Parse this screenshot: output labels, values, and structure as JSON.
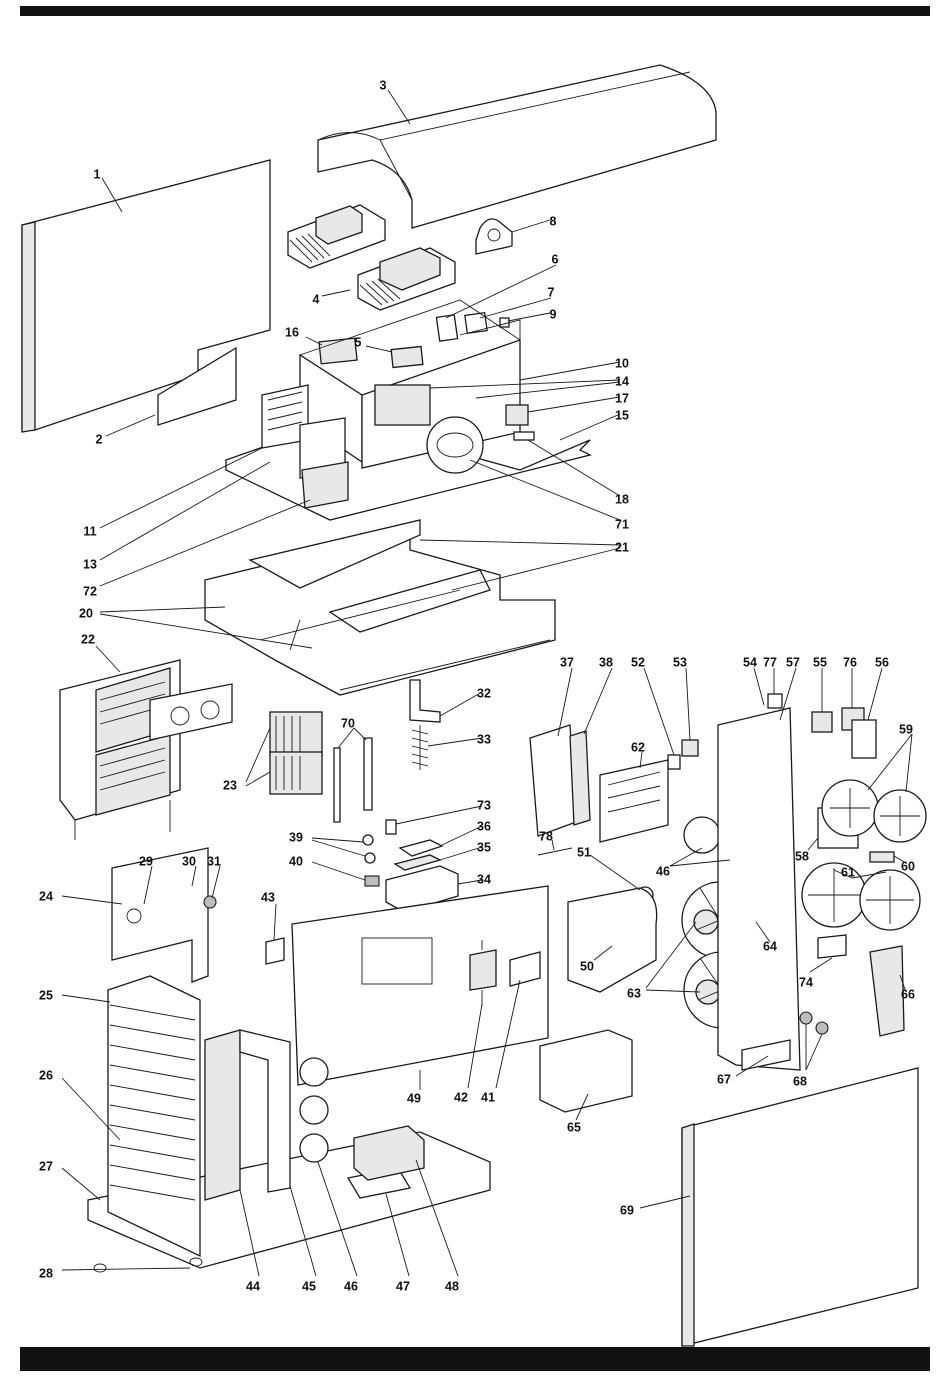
{
  "callouts": [
    {
      "id": "c1",
      "label": "1"
    },
    {
      "id": "c2",
      "label": "2"
    },
    {
      "id": "c3",
      "label": "3"
    },
    {
      "id": "c4",
      "label": "4"
    },
    {
      "id": "c5",
      "label": "5"
    },
    {
      "id": "c6",
      "label": "6"
    },
    {
      "id": "c7",
      "label": "7"
    },
    {
      "id": "c8",
      "label": "8"
    },
    {
      "id": "c9",
      "label": "9"
    },
    {
      "id": "c10",
      "label": "10"
    },
    {
      "id": "c11",
      "label": "11"
    },
    {
      "id": "c13",
      "label": "13"
    },
    {
      "id": "c14",
      "label": "14"
    },
    {
      "id": "c15",
      "label": "15"
    },
    {
      "id": "c16",
      "label": "16"
    },
    {
      "id": "c17",
      "label": "17"
    },
    {
      "id": "c18",
      "label": "18"
    },
    {
      "id": "c20",
      "label": "20"
    },
    {
      "id": "c21",
      "label": "21"
    },
    {
      "id": "c22",
      "label": "22"
    },
    {
      "id": "c23",
      "label": "23"
    },
    {
      "id": "c24",
      "label": "24"
    },
    {
      "id": "c25",
      "label": "25"
    },
    {
      "id": "c26",
      "label": "26"
    },
    {
      "id": "c27",
      "label": "27"
    },
    {
      "id": "c28",
      "label": "28"
    },
    {
      "id": "c29",
      "label": "29"
    },
    {
      "id": "c30",
      "label": "30"
    },
    {
      "id": "c31",
      "label": "31"
    },
    {
      "id": "c32",
      "label": "32"
    },
    {
      "id": "c33",
      "label": "33"
    },
    {
      "id": "c34",
      "label": "34"
    },
    {
      "id": "c35",
      "label": "35"
    },
    {
      "id": "c36",
      "label": "36"
    },
    {
      "id": "c37",
      "label": "37"
    },
    {
      "id": "c38",
      "label": "38"
    },
    {
      "id": "c39",
      "label": "39"
    },
    {
      "id": "c40",
      "label": "40"
    },
    {
      "id": "c41",
      "label": "41"
    },
    {
      "id": "c42",
      "label": "42"
    },
    {
      "id": "c43",
      "label": "43"
    },
    {
      "id": "c44",
      "label": "44"
    },
    {
      "id": "c45",
      "label": "45"
    },
    {
      "id": "c46a",
      "label": "46"
    },
    {
      "id": "c46b",
      "label": "46"
    },
    {
      "id": "c47",
      "label": "47"
    },
    {
      "id": "c48",
      "label": "48"
    },
    {
      "id": "c49",
      "label": "49"
    },
    {
      "id": "c50",
      "label": "50"
    },
    {
      "id": "c51",
      "label": "51"
    },
    {
      "id": "c52",
      "label": "52"
    },
    {
      "id": "c53",
      "label": "53"
    },
    {
      "id": "c54",
      "label": "54"
    },
    {
      "id": "c55",
      "label": "55"
    },
    {
      "id": "c56",
      "label": "56"
    },
    {
      "id": "c57",
      "label": "57"
    },
    {
      "id": "c58",
      "label": "58"
    },
    {
      "id": "c59",
      "label": "59"
    },
    {
      "id": "c60",
      "label": "60"
    },
    {
      "id": "c61",
      "label": "61"
    },
    {
      "id": "c62",
      "label": "62"
    },
    {
      "id": "c63",
      "label": "63"
    },
    {
      "id": "c64",
      "label": "64"
    },
    {
      "id": "c65",
      "label": "65"
    },
    {
      "id": "c66",
      "label": "66"
    },
    {
      "id": "c67",
      "label": "67"
    },
    {
      "id": "c68",
      "label": "68"
    },
    {
      "id": "c69",
      "label": "69"
    },
    {
      "id": "c70",
      "label": "70"
    },
    {
      "id": "c71",
      "label": "71"
    },
    {
      "id": "c72",
      "label": "72"
    },
    {
      "id": "c73",
      "label": "73"
    },
    {
      "id": "c74",
      "label": "74"
    },
    {
      "id": "c76",
      "label": "76"
    },
    {
      "id": "c77",
      "label": "77"
    },
    {
      "id": "c78",
      "label": "78"
    }
  ],
  "colors": {
    "ink": "#1a1a1a",
    "bar": "#111111",
    "paper": "#ffffff"
  }
}
